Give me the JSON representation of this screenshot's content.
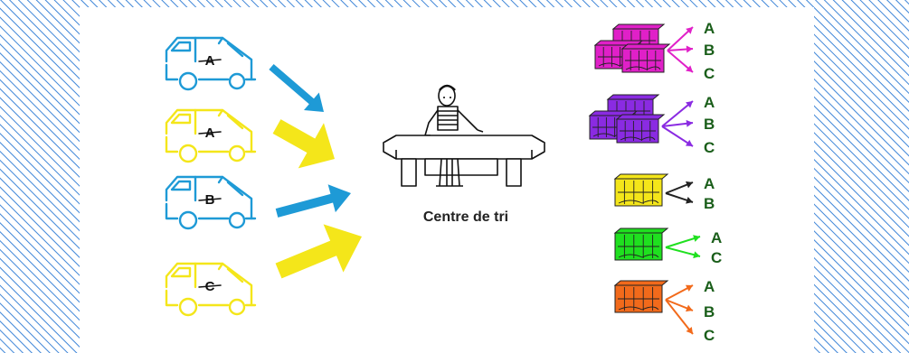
{
  "colors": {
    "hatch_bg": "#ffffff",
    "hatch_line": "#3f86d8",
    "truck_blue": "#1e9ad6",
    "truck_yellow": "#f4e61a",
    "dest_text": "#1a5e1a",
    "magenta": "#e020c8",
    "purple": "#8a2be2",
    "yellow_box": "#f4e61a",
    "green": "#1fe01f",
    "orange": "#f26a1b",
    "arrow_black": "#222222"
  },
  "centre": {
    "label": "Centre de tri"
  },
  "trucks": [
    {
      "letter": "A",
      "color_key": "truck_blue"
    },
    {
      "letter": "A",
      "color_key": "truck_yellow"
    },
    {
      "letter": "B",
      "color_key": "truck_blue"
    },
    {
      "letter": "C",
      "color_key": "truck_yellow"
    }
  ],
  "bundles": [
    {
      "name": "magenta",
      "stack": "three",
      "destinations": [
        "A",
        "B",
        "C"
      ]
    },
    {
      "name": "purple",
      "stack": "three",
      "destinations": [
        "A",
        "B",
        "C"
      ]
    },
    {
      "name": "yellow",
      "stack": "one",
      "destinations": [
        "A",
        "B"
      ]
    },
    {
      "name": "green",
      "stack": "one",
      "destinations": [
        "A",
        "C"
      ]
    },
    {
      "name": "orange",
      "stack": "one",
      "destinations": [
        "A",
        "B",
        "C"
      ]
    }
  ]
}
